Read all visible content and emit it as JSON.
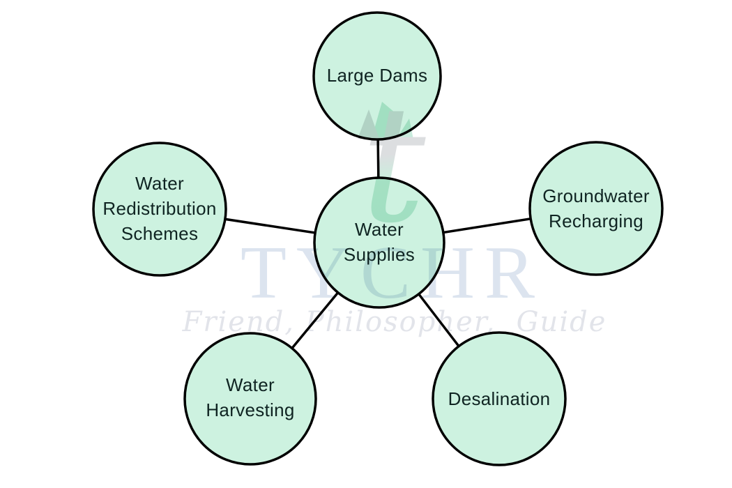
{
  "brand": {
    "name": "TYCHR",
    "tagline": "Friend, Philosopher,  Guide"
  },
  "diagram": {
    "center_node": {
      "id": "water-supplies",
      "label": "Water\nSupplies"
    },
    "nodes": [
      {
        "id": "large-dams",
        "label": "Large Dams",
        "position": "top"
      },
      {
        "id": "groundwater-recharging",
        "label": "Groundwater\nRecharging",
        "position": "right"
      },
      {
        "id": "desalination",
        "label": "Desalination",
        "position": "bottom-right"
      },
      {
        "id": "water-harvesting",
        "label": "Water\nHarvesting",
        "position": "bottom-left"
      },
      {
        "id": "water-redistribution-schemes",
        "label": "Water\nRedistribution\nSchemes",
        "position": "left"
      }
    ]
  },
  "colors": {
    "node-fill": "#cdf2e0",
    "node-stroke": "#000000",
    "line": "#000000",
    "label-text": "#0f2422",
    "brand": "#dce4ef",
    "tagline": "#e2e4ea",
    "logo-gray": "#dcdee0",
    "logo-teal": "#c8ebdc"
  }
}
